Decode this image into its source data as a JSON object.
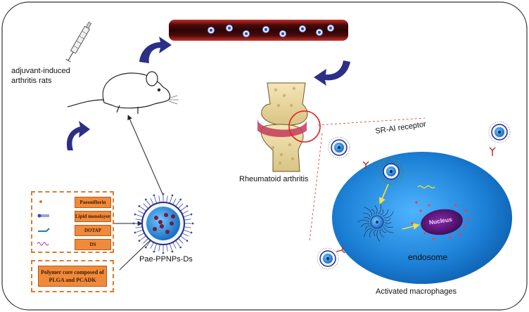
{
  "labels": {
    "rats": "adjuvant-induced\narthritis rats",
    "ra": "Rheumatoid arthritis",
    "receptor": "SR-AI receptor",
    "nucleus": "Nucleus",
    "endosome": "endosome",
    "macrophages": "Activated macrophages",
    "nanoparticle": "Pae-PPNPs-Ds"
  },
  "legend": {
    "items": [
      {
        "icon": "dot-icon",
        "label": "Paeoniflorin"
      },
      {
        "icon": "lipid-icon",
        "label": "Lipid monolayer"
      },
      {
        "icon": "dotap-icon",
        "label": "DOTAP"
      },
      {
        "icon": "wave-icon",
        "label": "DS"
      }
    ],
    "core": "Polymer core composed of PLGA and PCADK"
  },
  "colors": {
    "accent_orange": "#f08a3a",
    "arrow_navy": "#2b2f86",
    "vessel_red": "#8b1a1a",
    "cell_blue": "#1f7fd0",
    "nucleus_purple": "#5a1a7a",
    "circle_red": "#e02020"
  }
}
